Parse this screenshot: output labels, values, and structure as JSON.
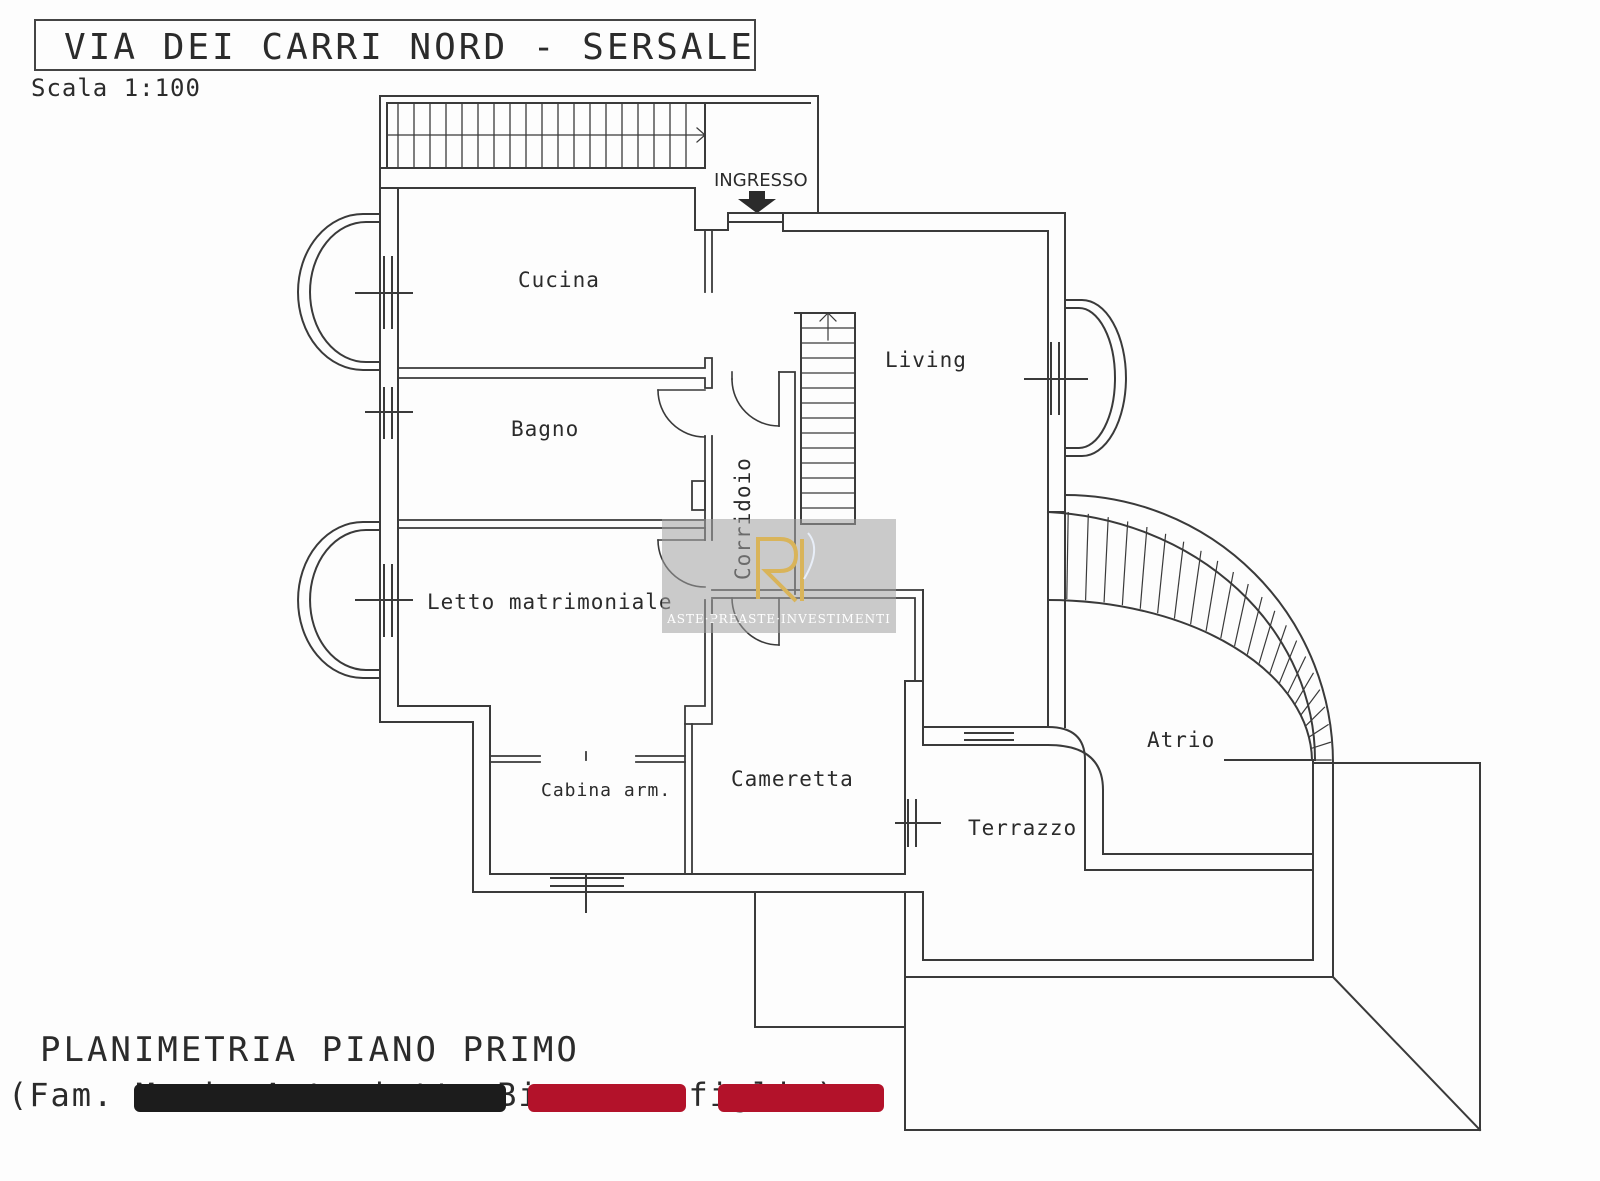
{
  "header": {
    "title": "VIA DEI CARRI NORD - SERSALE",
    "scale": "Scala 1:100"
  },
  "rooms": {
    "cucina": "Cucina",
    "living": "Living",
    "bagno": "Bagno",
    "corridoio": "Corridoio",
    "letto_matrimoniale": "Letto matrimoniale",
    "cabina_arm": "Cabina arm.",
    "cameretta": "Cameretta",
    "terrazzo": "Terrazzo",
    "atrio": "Atrio"
  },
  "entry": {
    "label": "INGRESSO"
  },
  "footer": {
    "plan_title": "PLANIMETRIA PIANO PRIMO",
    "family_prefix": "(Fam.",
    "family_name": "Maria Antonietta Bianco - figlia",
    "family_suffix": ")"
  },
  "watermark": {
    "text": "ASTE·PREASTE·INVESTIMENTI"
  },
  "colors": {
    "line": "#3a3a3a",
    "redact_black": "#1c1c1c",
    "redact_red": "#b3122a",
    "watermark_gold": "#d9b45a"
  }
}
